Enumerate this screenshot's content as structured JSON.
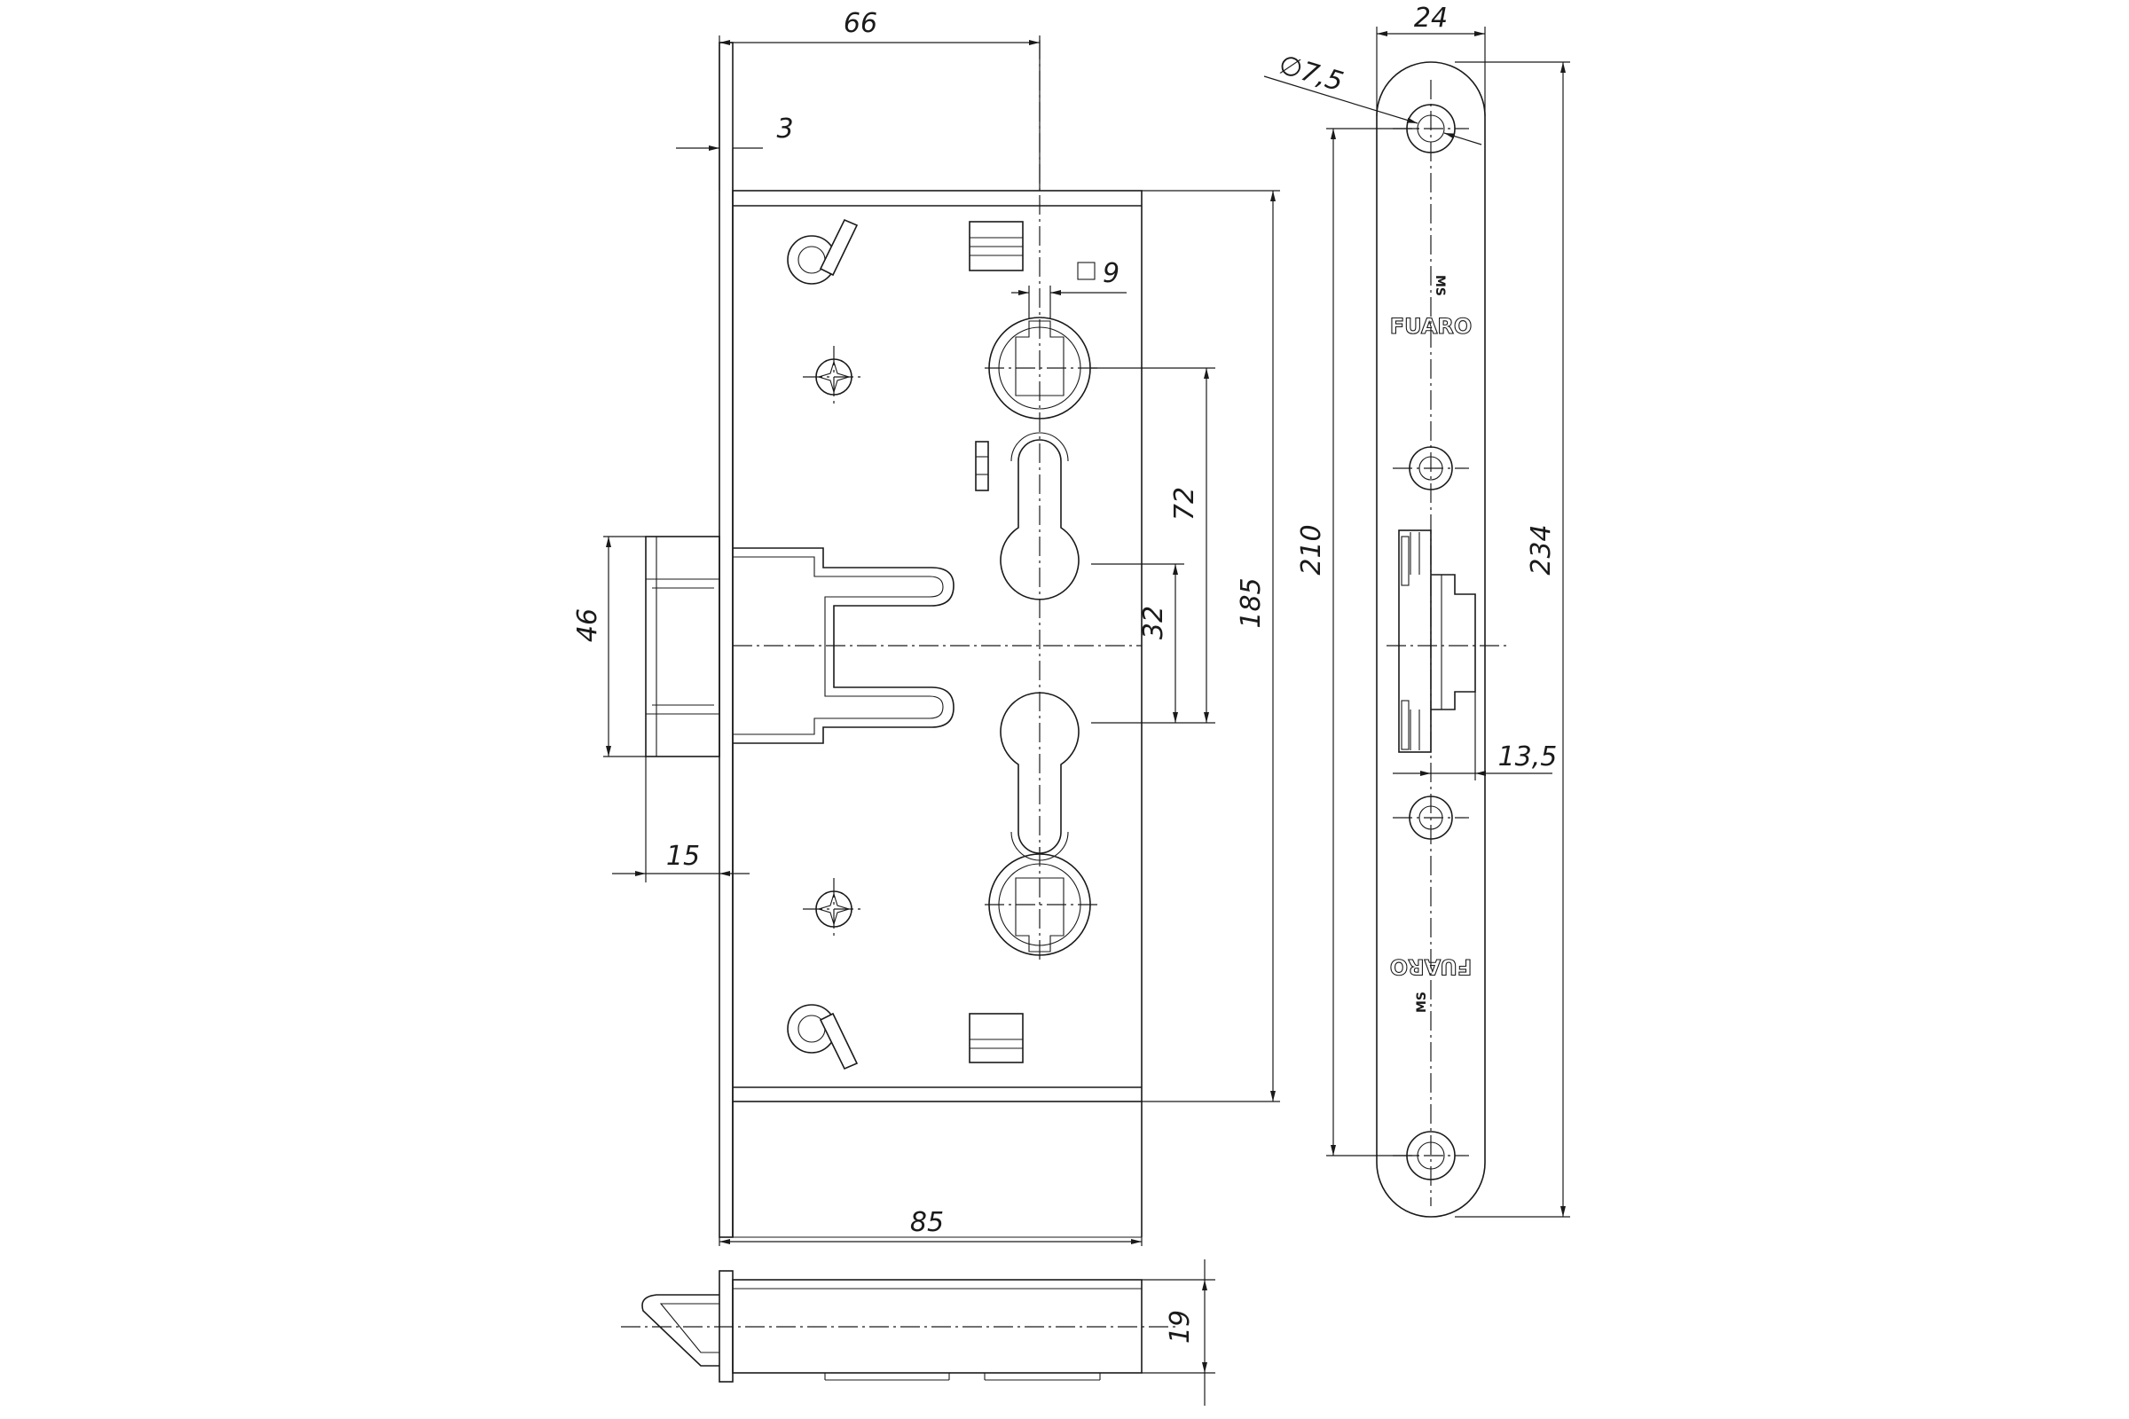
{
  "drawing": {
    "dimensions": {
      "top_width": "66",
      "faceplate_thickness": "3",
      "spindle_square": "9",
      "backset_distance": "72",
      "cylinder_distance": "32",
      "case_height": "185",
      "latch_height": "46",
      "latch_projection": "15",
      "case_width": "85",
      "case_depth": "19",
      "screw_hole_diameter": "7,5",
      "strike_width": "24",
      "strike_hole_spacing": "210",
      "strike_height": "234",
      "latch_opening": "13,5"
    },
    "symbols": {
      "diameter": "∅",
      "square": "□"
    },
    "brand_text": "FUARO",
    "stamp_text": "MS"
  }
}
